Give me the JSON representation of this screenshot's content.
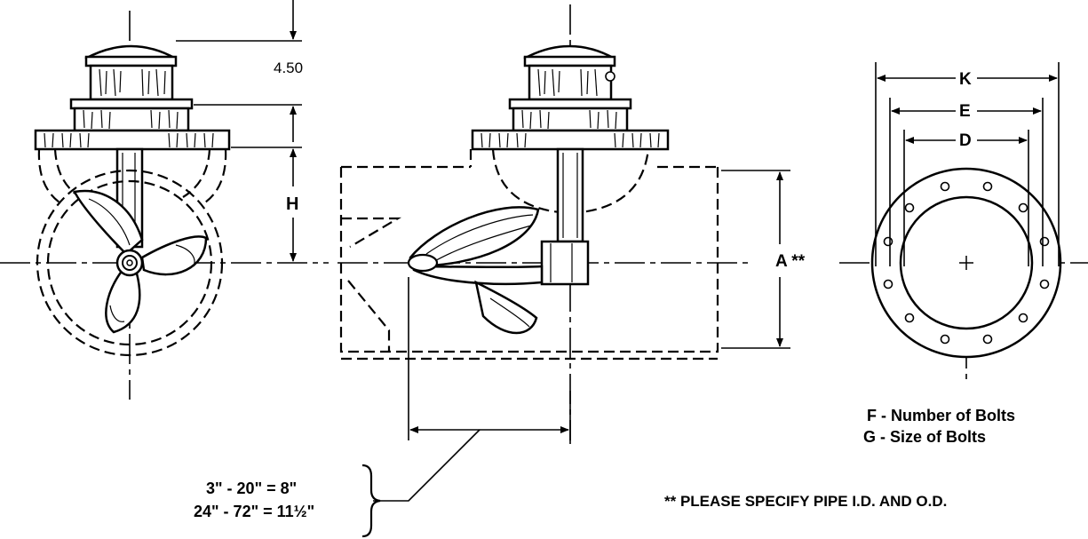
{
  "dimension_labels": {
    "height_offset": "4.50",
    "H": "H",
    "A": "A **",
    "K": "K",
    "E": "E",
    "D": "D"
  },
  "notes": {
    "bolts_number": "F - Number of Bolts",
    "bolts_size": "G - Size of Bolts",
    "specify": "** PLEASE SPECIFY PIPE I.D. AND O.D.",
    "length_small": "3\" - 20\" = 8\"",
    "length_large": "24\" - 72\" = 11½\""
  }
}
